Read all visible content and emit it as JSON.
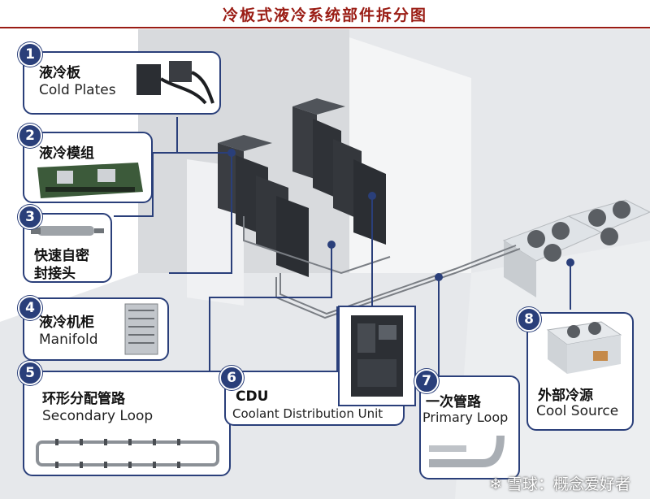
{
  "title": "冷板式液冷系统部件拆分图",
  "components": [
    {
      "num": "1",
      "cn": "液冷板",
      "en": "Cold Plates"
    },
    {
      "num": "2",
      "cn": "液冷模组",
      "en": ""
    },
    {
      "num": "3",
      "cn": "快速自密",
      "cn2": "封接头",
      "en": ""
    },
    {
      "num": "4",
      "cn": "液冷机柜",
      "en": "Manifold"
    },
    {
      "num": "5",
      "cn": "环形分配管路",
      "en": "Secondary Loop"
    },
    {
      "num": "6",
      "cn": "CDU",
      "en": "Coolant Distribution Unit"
    },
    {
      "num": "7",
      "cn": "一次管路",
      "en": "Primary Loop"
    },
    {
      "num": "8",
      "cn": "外部冷源",
      "en": "Cool Source"
    }
  ],
  "watermark": "雪球：概念爱好者",
  "colors": {
    "accent": "#2a3f7a",
    "title": "#9a1c14"
  }
}
